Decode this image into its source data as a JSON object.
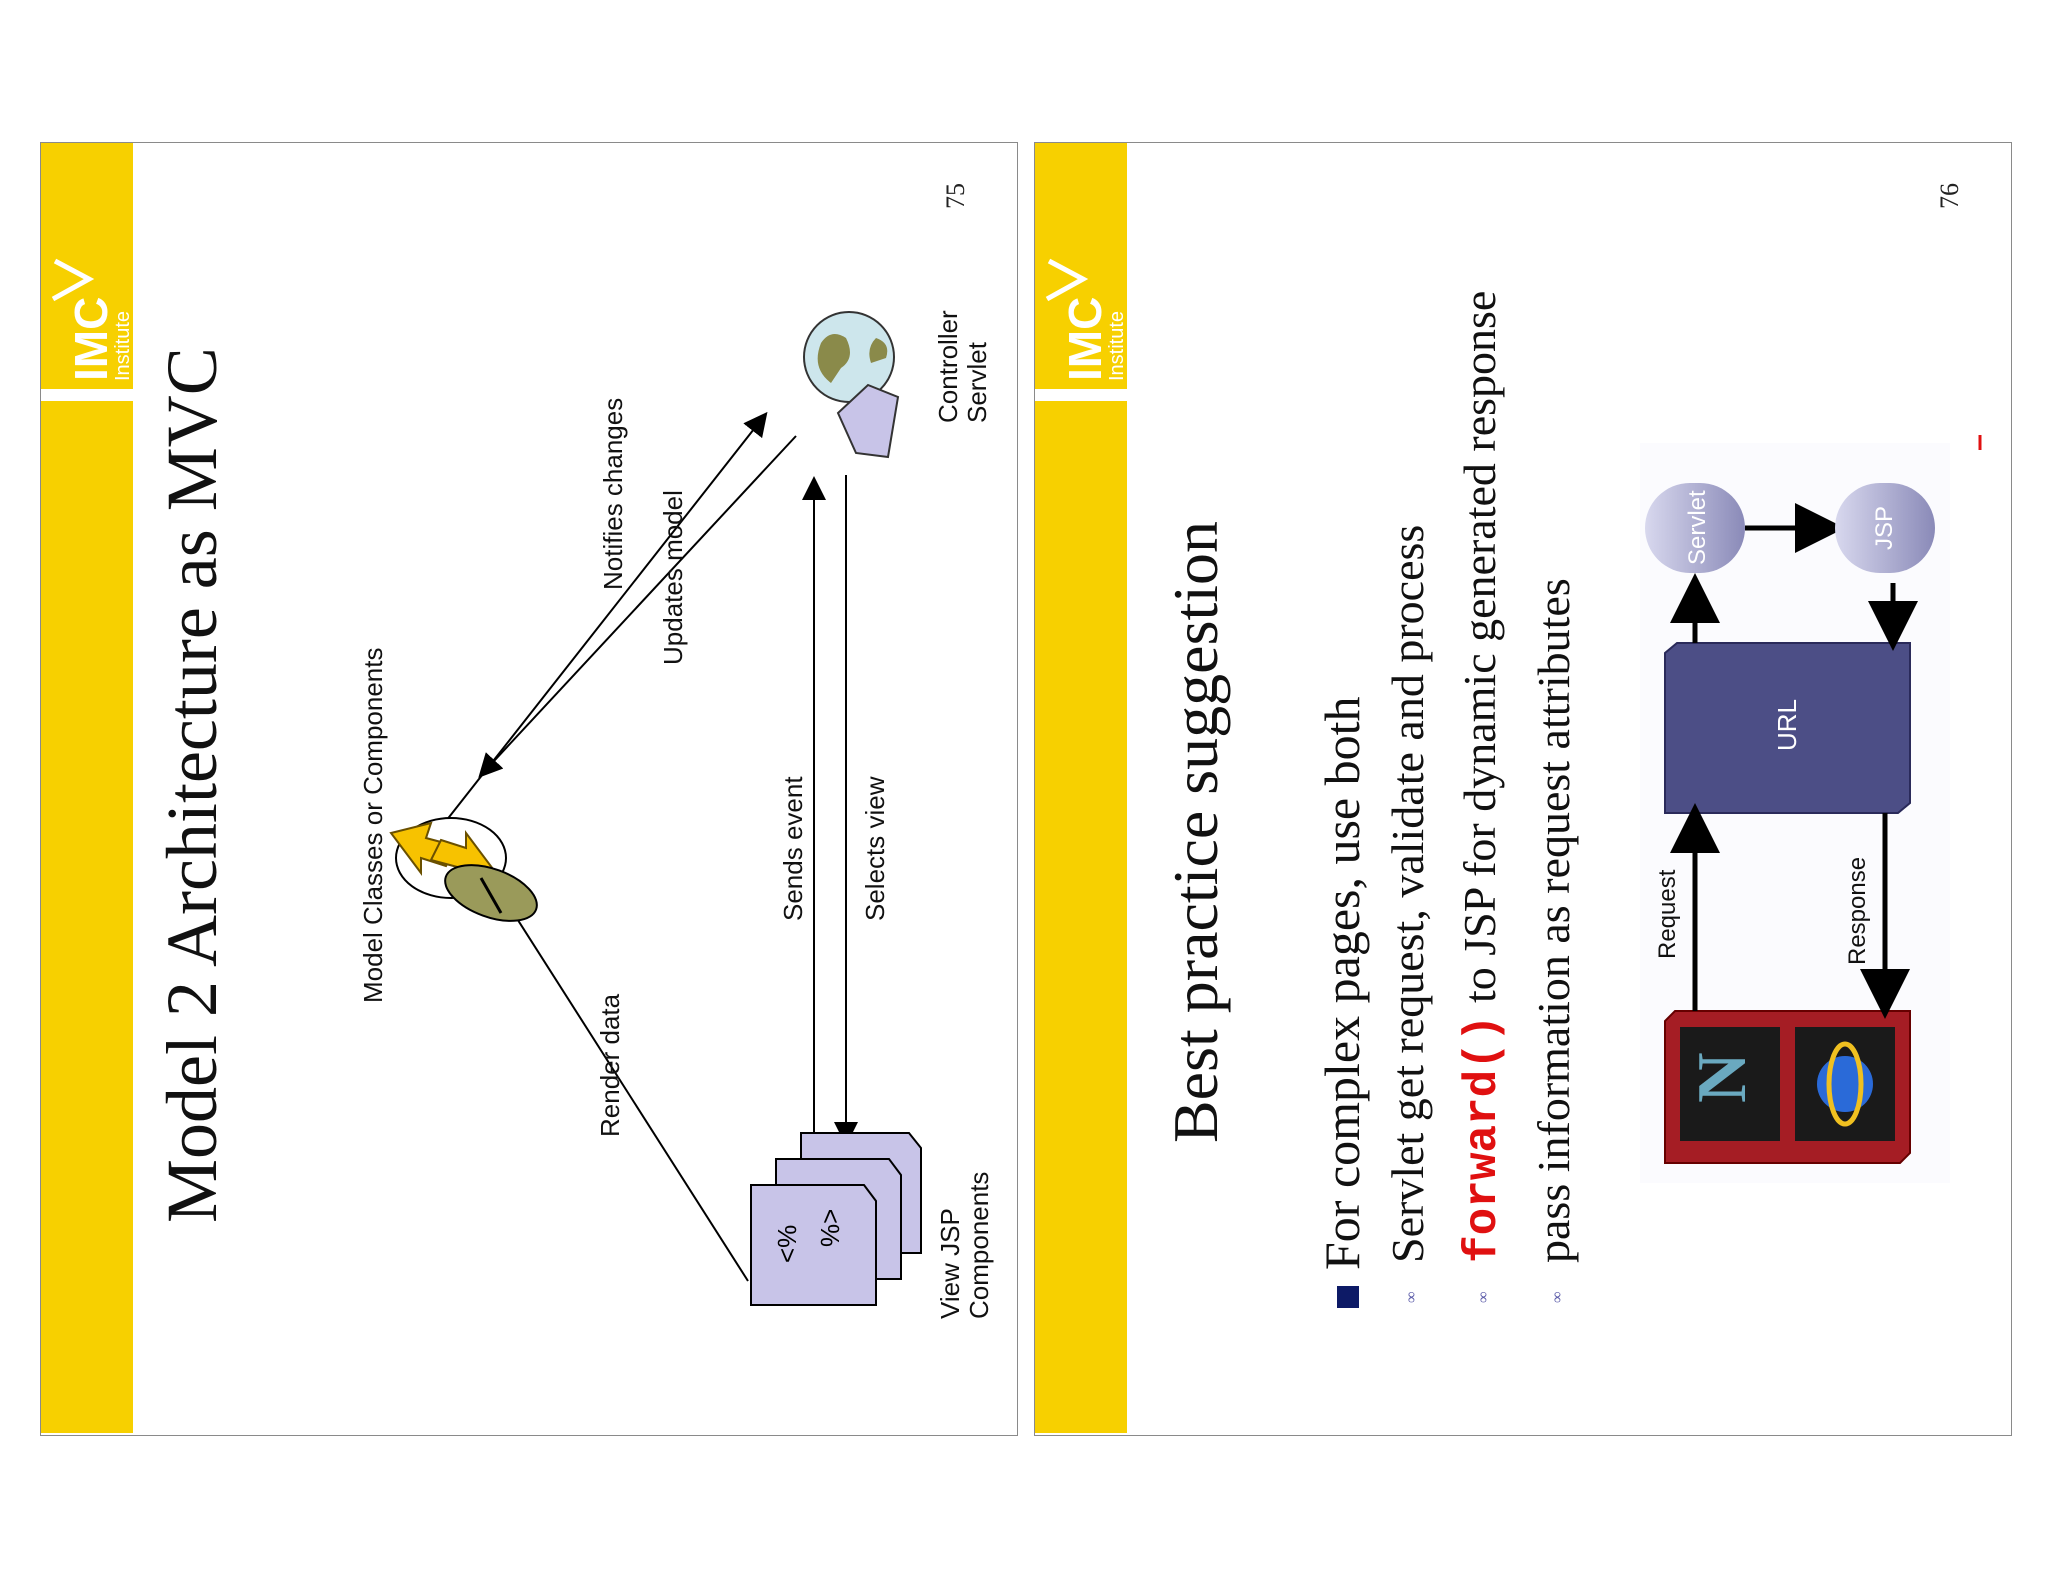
{
  "slides": [
    {
      "logo": {
        "brand": "IMC",
        "sub": "Institute"
      },
      "title": "Model 2 Architecture as MVC",
      "page_number": "75",
      "diagram": {
        "model_label": "Model Classes or Components",
        "render_data": "Render data",
        "updates_model": "Updates model",
        "notifies_changes": "Notifies changes",
        "sends_event": "Sends event",
        "selects_view": "Selects view",
        "view_label_1": "View JSP",
        "view_label_2": "Components",
        "controller_label_1": "Controller",
        "controller_label_2": "Servlet",
        "jsp_open": "<%",
        "jsp_close": "%>"
      }
    },
    {
      "logo": {
        "brand": "IMC",
        "sub": "Institute"
      },
      "title": "Best practice suggestion",
      "page_number": "76",
      "bullet": "For complex pages, use both",
      "subs": [
        {
          "text": "Servlet get request, validate and process"
        },
        {
          "code": "forward()",
          "text": " to JSP for dynamic generated response"
        },
        {
          "text": "pass information as request attributes"
        }
      ],
      "diagram": {
        "request": "Request",
        "response": "Response",
        "url": "URL",
        "servlet": "Servlet",
        "jsp": "JSP",
        "netscape_letter": "N"
      }
    }
  ]
}
